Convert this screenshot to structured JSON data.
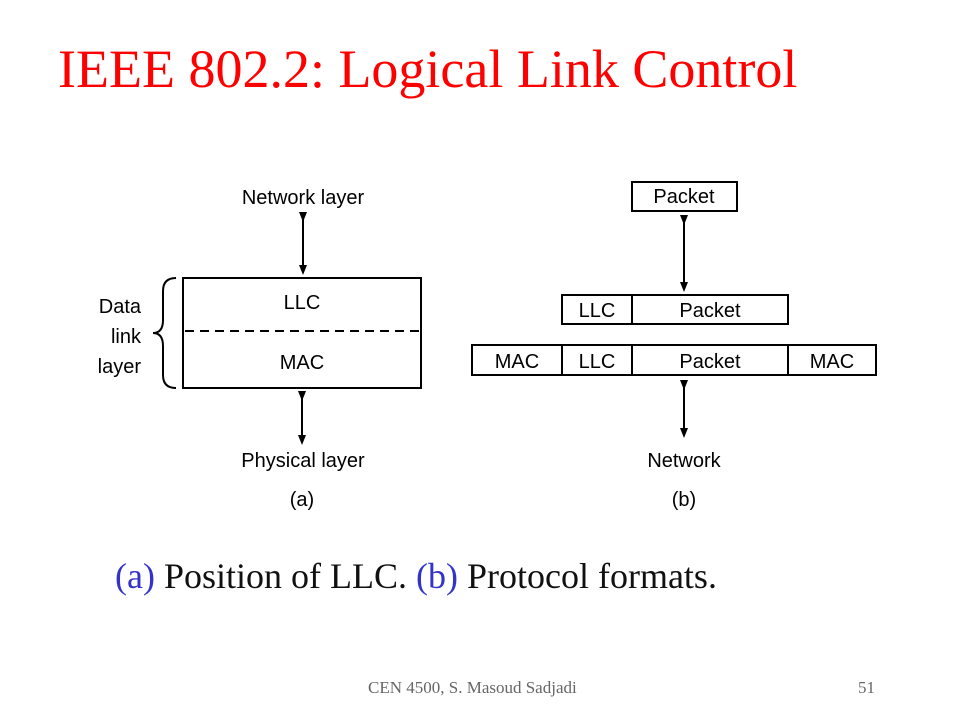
{
  "slide": {
    "title": "IEEE 802.2: Logical Link Control",
    "caption": {
      "part_a_label": "(a)",
      "part_a_text": " Position of LLC. ",
      "part_b_label": "(b)",
      "part_b_text": " Protocol formats."
    },
    "footer": {
      "course": "CEN 4500, S. Masoud Sadjadi",
      "page": "51"
    },
    "colors": {
      "title": "#ff0000",
      "caption_label": "#3333cc",
      "footer": "#666666"
    }
  },
  "diagram_a": {
    "top_label": "Network layer",
    "bracket_label_line1": "Data",
    "bracket_label_line2": "link",
    "bracket_label_line3": "layer",
    "upper_box": "LLC",
    "lower_box": "MAC",
    "bottom_label": "Physical layer",
    "sublabel": "(a)"
  },
  "diagram_b": {
    "top_packet": "Packet",
    "row2": [
      "LLC",
      "Packet"
    ],
    "row3": [
      "MAC",
      "LLC",
      "Packet",
      "MAC"
    ],
    "bottom_label": "Network",
    "sublabel": "(b)"
  }
}
